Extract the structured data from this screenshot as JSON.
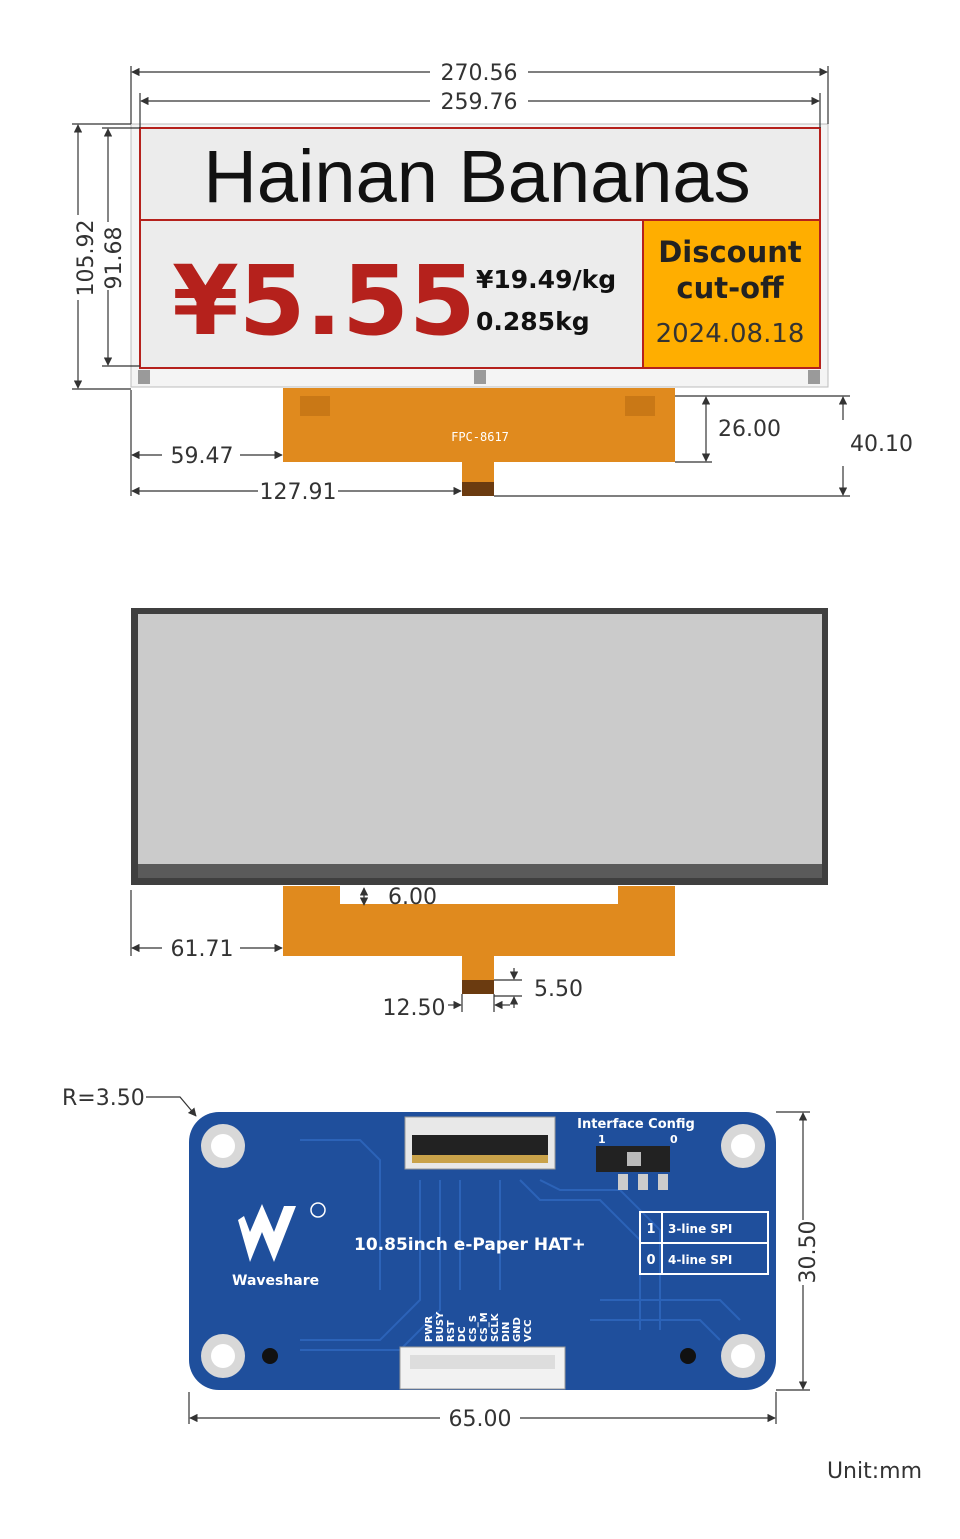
{
  "display_front": {
    "product_name": "Hainan Bananas",
    "price": "¥5.55",
    "unit_price": "¥19.49/kg",
    "weight": "0.285kg",
    "discount_line1": "Discount",
    "discount_line2": "cut-off",
    "date": "2024.08.18",
    "fpc_label": "FPC-8617",
    "dimensions": {
      "outer_width": "270.56",
      "active_width": "259.76",
      "outer_height": "105.92",
      "active_height": "91.68",
      "fpc_length": "26.00",
      "total_fpc_height": "40.10",
      "fpc_offset": "59.47",
      "connector_offset": "127.91"
    }
  },
  "display_back": {
    "dimensions": {
      "fpc_gap": "6.00",
      "fpc_offset": "61.71",
      "tail_length": "5.50",
      "tail_width": "12.50"
    }
  },
  "hat_board": {
    "corner_radius": "R=3.50",
    "interface_config_title": "Interface Config",
    "switch_label_1": "1",
    "switch_label_0": "0",
    "board_name": "10.85inch e-Paper HAT+",
    "brand": "Waveshare",
    "config_table": [
      {
        "value": "1",
        "label": "3-line SPI"
      },
      {
        "value": "0",
        "label": "4-line SPI"
      }
    ],
    "pins": [
      "PWR",
      "BUSY",
      "RST",
      "DC",
      "CS_S",
      "CS_M",
      "SCLK",
      "DIN",
      "GND",
      "VCC"
    ],
    "dimensions": {
      "height": "30.50",
      "width": "65.00"
    }
  },
  "unit_note": "Unit:mm",
  "colors": {
    "red": "#b5211c",
    "orange": "#ffae00",
    "fpc": "#e08a1e",
    "pcb": "#1f4f9c"
  }
}
